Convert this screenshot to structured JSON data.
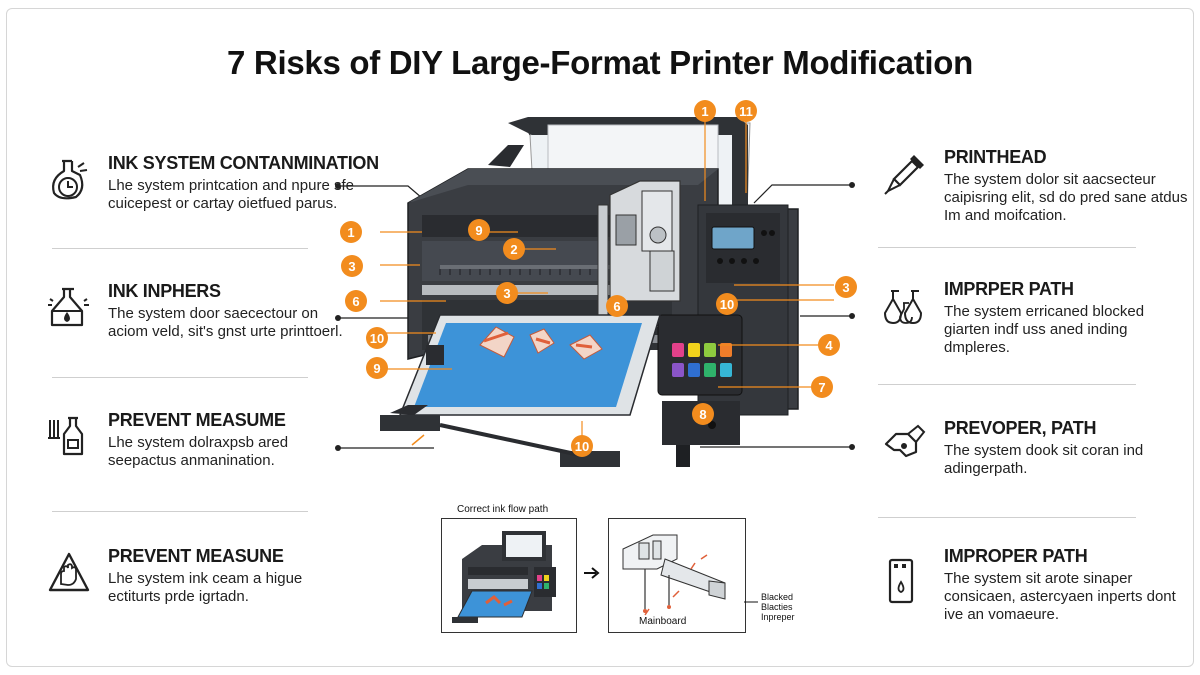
{
  "title": "7 Risks of DIY Large-Format Printer Modification",
  "left_items": [
    {
      "heading": "INK SYSTEM CONTANMINATION",
      "desc": "Lhe system printcation and npure sfe cuicepest or cartay oietfued parus.",
      "icon": "flask-timer-icon"
    },
    {
      "heading": "INK INPHERS",
      "desc": "The system door saecectour on aciom veld, sit's gnst urte printtoerl.",
      "icon": "flask-drop-icon"
    },
    {
      "heading": "PREVENT MEASUME",
      "desc": "Lhe system dolraxpsb ared seepactus anmanination.",
      "icon": "bottle-hand-icon"
    },
    {
      "heading": "PREVENT MEASUNE",
      "desc": "Lhe system ink ceam a higue ectiturts prde igrtadn.",
      "icon": "hand-warning-icon"
    }
  ],
  "right_items": [
    {
      "heading": "PRINTHEAD",
      "desc": "The system dolor sit aacsecteur caipisring elit, sd do pred sane atdus Im and moifcation.",
      "icon": "syringe-icon"
    },
    {
      "heading": "IMPRPER PATH",
      "desc": "The system erricaned blocked giarten indf uss aned inding dmpleres.",
      "icon": "flasks-icon"
    },
    {
      "heading": "PREVOPER, PATH",
      "desc": "The system dook sit coran ind adingerpath.",
      "icon": "valve-icon"
    },
    {
      "heading": "IMPROPER PATH",
      "desc": "The system sit arote sinaper consicaen, astercyaen inperts dont ive an vomaeure.",
      "icon": "cartridge-icon"
    }
  ],
  "callouts": [
    "1",
    "11",
    "1",
    "9",
    "2",
    "3",
    "6",
    "3",
    "6",
    "10",
    "3",
    "10",
    "4",
    "9",
    "7",
    "8",
    "10"
  ],
  "inset": {
    "left_caption": "Correct ink flow path",
    "right_caption": "Mainboard",
    "side_label": [
      "Blacked",
      "Blacties",
      "Inpreper"
    ]
  },
  "colors": {
    "callout": "#f28c1e",
    "printer_body": "#3a3d42",
    "printer_dark": "#2a2c30",
    "media_blue": "#3d93d8",
    "ink": [
      "#e2418a",
      "#f0d21c",
      "#8ecb3f",
      "#ef7d2a",
      "#8a55c8",
      "#2f6fd0",
      "#2fb36b",
      "#36b6d6"
    ]
  }
}
